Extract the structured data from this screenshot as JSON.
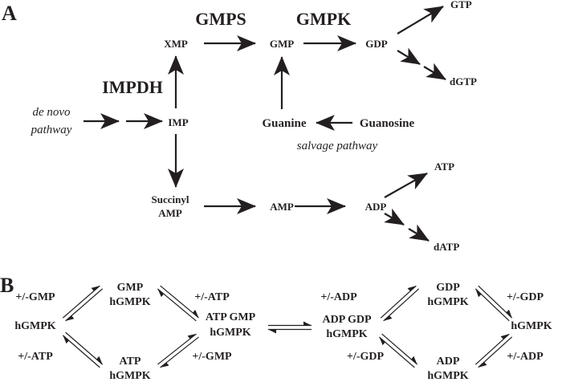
{
  "panel_a": {
    "label": "A",
    "enzymes": {
      "gmps": "GMPS",
      "gmpk": "GMPK",
      "impdh": "IMPDH"
    },
    "nodes": {
      "xmp": "XMP",
      "gmp": "GMP",
      "gdp": "GDP",
      "gtp": "GTP",
      "dgtp": "dGTP",
      "imp": "IMP",
      "guanine": "Guanine",
      "guanosine": "Guanosine",
      "succinyl_1": "Succinyl",
      "succinyl_2": "AMP",
      "amp": "AMP",
      "adp": "ADP",
      "atp": "ATP",
      "datp": "dATP"
    },
    "annotations": {
      "de_novo_1": "de novo",
      "de_novo_2": "pathway",
      "salvage": "salvage pathway"
    }
  },
  "panel_b": {
    "label": "B",
    "left_cycle": {
      "left": "hGMPK",
      "top_1": "GMP",
      "top_2": "hGMPK",
      "bottom_1": "ATP",
      "bottom_2": "hGMPK",
      "right_1": "ATP GMP",
      "right_2": "hGMPK",
      "upper_left": "+/-GMP",
      "upper_right": "+/-ATP",
      "lower_left": "+/-ATP",
      "lower_right": "+/-GMP"
    },
    "right_cycle": {
      "left_1": "ADP GDP",
      "left_2": "hGMPK",
      "top_1": "GDP",
      "top_2": "hGMPK",
      "bottom_1": "ADP",
      "bottom_2": "hGMPK",
      "right": "hGMPK",
      "upper_left": "+/-ADP",
      "upper_right": "+/-GDP",
      "lower_left": "+/-GDP",
      "lower_right": "+/-ADP"
    }
  }
}
